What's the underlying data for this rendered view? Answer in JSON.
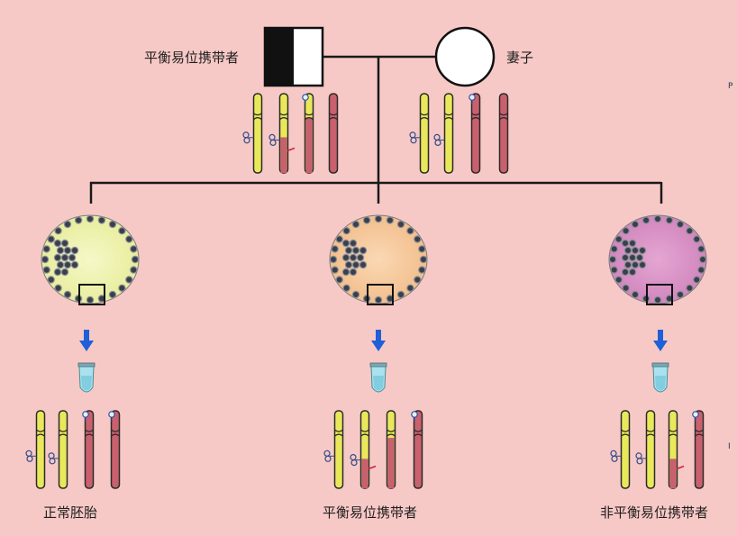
{
  "labels": {
    "father": "平衡易位携带者",
    "mother": "妻子",
    "embryo_1": "正常胚胎",
    "embryo_2": "平衡易位携带者",
    "embryo_3": "非平衡易位携带者"
  },
  "colors": {
    "background": "#f7c9c6",
    "chromosome_yellow": "#e8e85a",
    "chromosome_red": "#c9606e",
    "embryo_1_cell": "#eef2a8",
    "embryo_2_cell": "#f6c89a",
    "embryo_3_cell": "#d990c4",
    "arrow": "#1f5fd8",
    "tube": "#a9e2ee"
  }
}
